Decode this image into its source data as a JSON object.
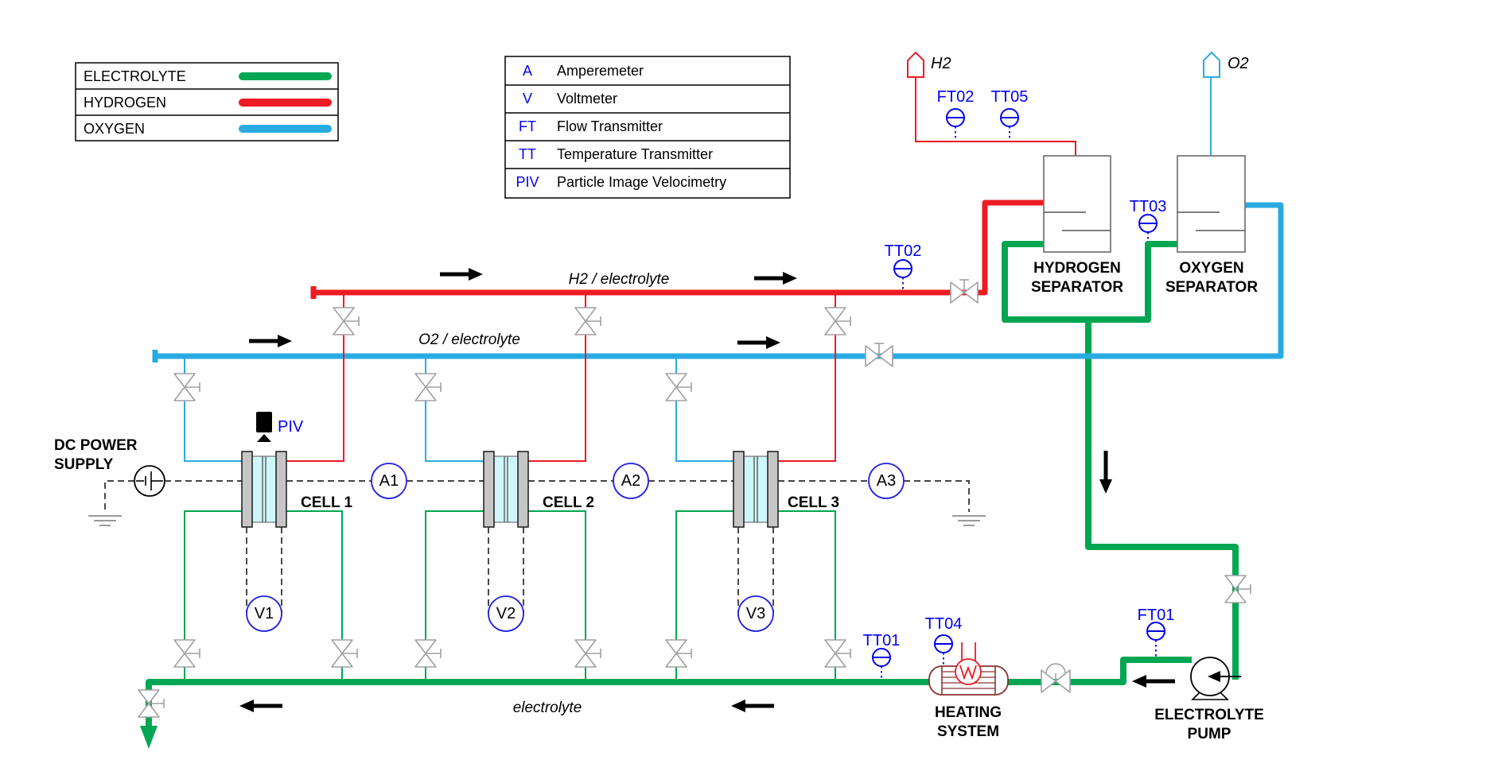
{
  "legend": {
    "items": [
      {
        "label": "ELECTROLYTE",
        "color": "#00A651"
      },
      {
        "label": "HYDROGEN",
        "color": "#ED1C24"
      },
      {
        "label": "OXYGEN",
        "color": "#29ABE2"
      }
    ]
  },
  "instrument_legend": {
    "rows": [
      {
        "symbol": "A",
        "description": "Amperemeter"
      },
      {
        "symbol": "V",
        "description": "Voltmeter"
      },
      {
        "symbol": "FT",
        "description": "Flow Transmitter"
      },
      {
        "symbol": "TT",
        "description": "Temperature Transmitter"
      },
      {
        "symbol": "PIV",
        "description": "Particle Image Velocimetry"
      }
    ]
  },
  "outlets": {
    "h2": "H2",
    "o2": "O2"
  },
  "instruments": {
    "ft02": "FT02",
    "tt05": "TT05",
    "tt03": "TT03",
    "tt02": "TT02",
    "tt01": "TT01",
    "tt04": "TT04",
    "ft01": "FT01",
    "piv": "PIV"
  },
  "line_labels": {
    "h2": "H2 / electrolyte",
    "o2": "O2 / electrolyte",
    "electrolyte": "electrolyte"
  },
  "equipment": {
    "hydrogen_separator": {
      "line1": "HYDROGEN",
      "line2": "SEPARATOR"
    },
    "oxygen_separator": {
      "line1": "OXYGEN",
      "line2": "SEPARATOR"
    },
    "heating_system": {
      "line1": "HEATING",
      "line2": "SYSTEM"
    },
    "electrolyte_pump": {
      "line1": "ELECTROLYTE",
      "line2": "PUMP"
    },
    "dc_power_supply": {
      "line1": "DC POWER",
      "line2": "SUPPLY"
    }
  },
  "cells": {
    "cell1": "CELL 1",
    "cell2": "CELL 2",
    "cell3": "CELL 3"
  },
  "ammeters": {
    "a1": "A1",
    "a2": "A2",
    "a3": "A3"
  },
  "voltmeters": {
    "v1": "V1",
    "v2": "V2",
    "v3": "V3"
  },
  "colors": {
    "electrolyte": "#00A651",
    "hydrogen": "#ED1C24",
    "oxygen": "#29ABE2",
    "instrument": "#0000F0",
    "valve": "#A0A0A0",
    "heater": "#8B3333"
  }
}
